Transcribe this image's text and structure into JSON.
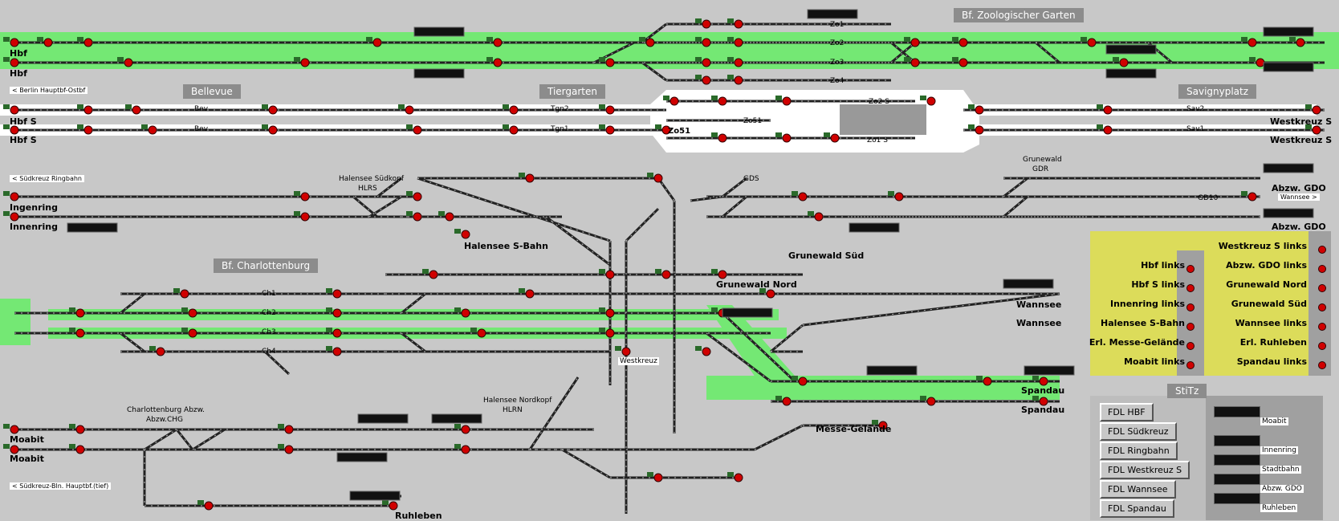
{
  "stations": {
    "zoo": "Bf. Zoologischer Garten",
    "bellevue": "Bellevue",
    "tiergarten": "Tiergarten",
    "savignyplatz": "Savignyplatz",
    "charlottenburg": "Bf. Charlottenburg",
    "stitz": "StiTz"
  },
  "direction_boxes": {
    "berlin_hbf_ostbf": "< Berlin Hauptbf-Ostbf",
    "suedkreuz_ringbahn": "< Südkreuz Ringbahn",
    "suedkreuz_hbf_tief": "< Südkreuz-Bln. Hauptbf.(tief)",
    "wannsee": "Wannsee >"
  },
  "track_labels": {
    "hbf_1": "Hbf",
    "hbf_2": "Hbf",
    "hbfs_1": "Hbf S",
    "hbfs_2": "Hbf S",
    "westkreuz_s_1": "Westkreuz S",
    "westkreuz_s_2": "Westkreuz S",
    "ingenring": "Ingenring",
    "innenring": "Innenring",
    "abzw_gdo_1": "Abzw. GDO",
    "abzw_gdo_2": "Abzw. GDO",
    "halensee_sbahn": "Halensee S-Bahn",
    "grunewald_sued": "Grunewald Süd",
    "grunewald_nord": "Grunewald Nord",
    "wannsee_1": "Wannsee",
    "wannsee_2": "Wannsee",
    "spandau_1": "Spandau",
    "spandau_2": "Spandau",
    "messe": "Messe-Gelände",
    "moabit_1": "Moabit",
    "moabit_2": "Moabit",
    "ruhleben": "Ruhleben",
    "westkreuz": "Westkreuz"
  },
  "small_labels": {
    "halensee_suedkopf": "Halensee Südkopf",
    "hlrs": "HLRS",
    "grunewald": "Grunewald",
    "gdr": "GDR",
    "gds": "GDS",
    "gd10": "GD10",
    "chb_abzw": "Charlottenburg Abzw.",
    "abzw_chg": "Abzw.CHG",
    "halensee_nordkopf": "Halensee Nordkopf",
    "hlrn": "HLRN",
    "zo1": "Zo1",
    "zo2": "Zo2",
    "zo3": "Zo3",
    "zo4": "Zo4",
    "zo2s": "Zo2 S",
    "zo1s": "Zo1 S",
    "zo51a": "Zo51",
    "zo51b": "Zo51",
    "bev1": "Bev",
    "bev2": "Bev",
    "tgn2": "Tgn2",
    "tgn1": "Tgn1",
    "sav2": "Sav2",
    "sav1": "Sav1",
    "ch1": "Ch1",
    "ch2": "Ch2",
    "ch3": "Ch3",
    "ch4": "Ch4"
  },
  "link_panel": {
    "left": [
      "Hbf links",
      "Hbf S links",
      "Innenring links",
      "Halensee S-Bahn",
      "Erl. Messe-Gelände",
      "Moabit links"
    ],
    "right": [
      "Westkreuz S links",
      "Abzw. GDO links",
      "Grunewald Nord",
      "Grunewald Süd",
      "Wannsee links",
      "Erl. Ruhleben",
      "Spandau links"
    ]
  },
  "fdl_buttons": [
    "FDL HBF",
    "FDL Südkreuz",
    "FDL Ringbahn",
    "FDL Westkreuz S",
    "FDL Wannsee",
    "FDL Spandau"
  ],
  "stitz_displays": [
    "Moabit",
    "Innenring",
    "Stadtbahn",
    "Abzw. GDO",
    "Ruhleben"
  ],
  "colors": {
    "background": "#c8c8c8",
    "route_green": "#74e874",
    "link_panel_yellow": "#dcdc5a",
    "signal_red": "#d00000",
    "signal_green": "#2a6a2a"
  }
}
